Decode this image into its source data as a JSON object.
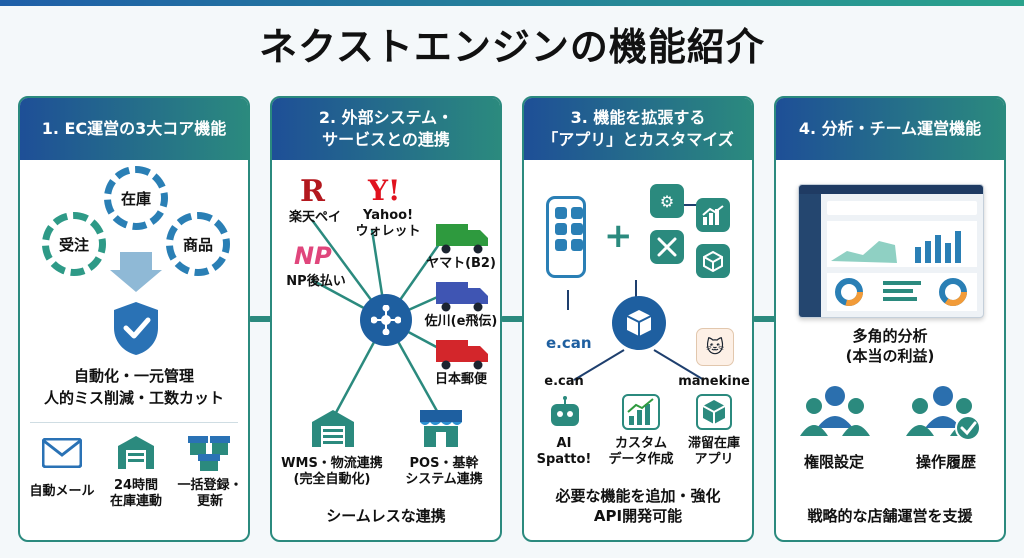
{
  "title": "ネクストエンジンの機能紹介",
  "colors": {
    "blue": "#1e4f97",
    "teal": "#2b8a7e",
    "red": "#d3262b",
    "green": "#2e9a3e"
  },
  "panel1": {
    "header": "1. EC運営の3大コア機能",
    "gears": [
      "受注",
      "在庫",
      "商品"
    ],
    "summary": [
      "自動化・一元管理",
      "人的ミス削減・工数カット"
    ],
    "features": [
      "自動メール",
      "24時間\n在庫連動",
      "一括登録・\n更新"
    ]
  },
  "panel2": {
    "header": "2. 外部システム・\nサービスとの連携",
    "rakuten_logo": "R",
    "rakuten": "楽天ペイ",
    "yahoo_logo": "Y!",
    "yahoo": "Yahoo!\nウォレット",
    "np_logo": "NP",
    "np": "NP後払い",
    "yamato": "ヤマト(B2)",
    "sagawa": "佐川(e飛伝)",
    "jp": "日本郵便",
    "wms": "WMS・物流連携\n(完全自動化)",
    "pos": "POS・基幹\nシステム連携",
    "footer": "シームレスな連携"
  },
  "panel3": {
    "header": "3. 機能を拡張する\n「アプリ」とカスタマイズ",
    "ecan_logo": "e.can",
    "ecan": "e.can",
    "manekine": "manekine",
    "ai": "AI\nSpatto!",
    "custom": "カスタム\nデータ作成",
    "stock": "滞留在庫\nアプリ",
    "footer": "必要な機能を追加・強化\nAPI開発可能"
  },
  "panel4": {
    "header": "4. 分析・チーム運営機能",
    "analysis": "多角的分析\n(本当の利益)",
    "perm": "権限設定",
    "history": "操作履歴",
    "footer": "戦略的な店舗運営を支援"
  }
}
